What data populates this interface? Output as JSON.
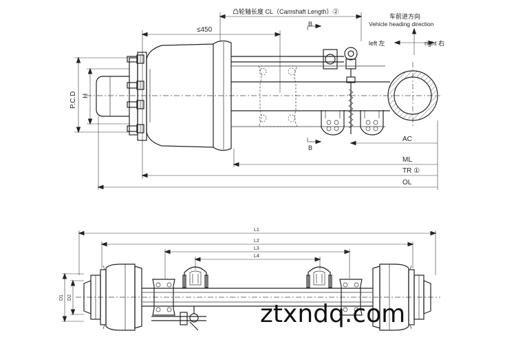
{
  "top_view": {
    "camshaft_length_label": "凸轮轴长度 CL（Camshaft Length）②",
    "heading_cn": "车前进方向",
    "heading_en": "Vehicle heading direction",
    "left_label": "left 左",
    "right_label": "right 右",
    "max_450": "≤450",
    "section_b_top": "B",
    "section_b_bottom": "B",
    "pcd": "P.C.D",
    "h": "H",
    "ac": "AC",
    "ml": "ML",
    "tr": "TR ①",
    "ol": "OL"
  },
  "bottom_view": {
    "l1": "L1",
    "l2": "L2",
    "l3": "L3",
    "l4": "L4",
    "d1": "D1",
    "d2": "D2"
  },
  "watermark": "ztxndq.com"
}
